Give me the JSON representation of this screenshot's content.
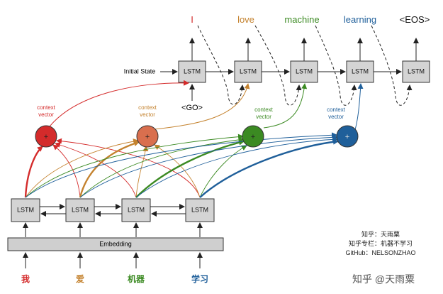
{
  "lstm_label": "LSTM",
  "embedding_label": "Embedding",
  "initial_state_label": "Initial State",
  "go_label": "<GO>",
  "output_tokens": [
    "I",
    "love",
    "machine",
    "learning",
    "<EOS>"
  ],
  "input_tokens": [
    "我",
    "爱",
    "机器",
    "学习"
  ],
  "context_label_line1": "context",
  "context_label_line2": "vector",
  "plus_symbol": "+",
  "credits": [
    "知乎：天雨粟",
    "知乎专栏：机器不学习",
    "GitHub：NELSONZHAO"
  ],
  "watermark": "知乎 @天雨粟",
  "colors": {
    "red": "#d42b2b",
    "orange": "#d96f4e",
    "brown": "#c4822e",
    "green": "#3b8a22",
    "blue": "#1f5f9a",
    "gray": "#d4d4d4",
    "line": "#222222"
  }
}
